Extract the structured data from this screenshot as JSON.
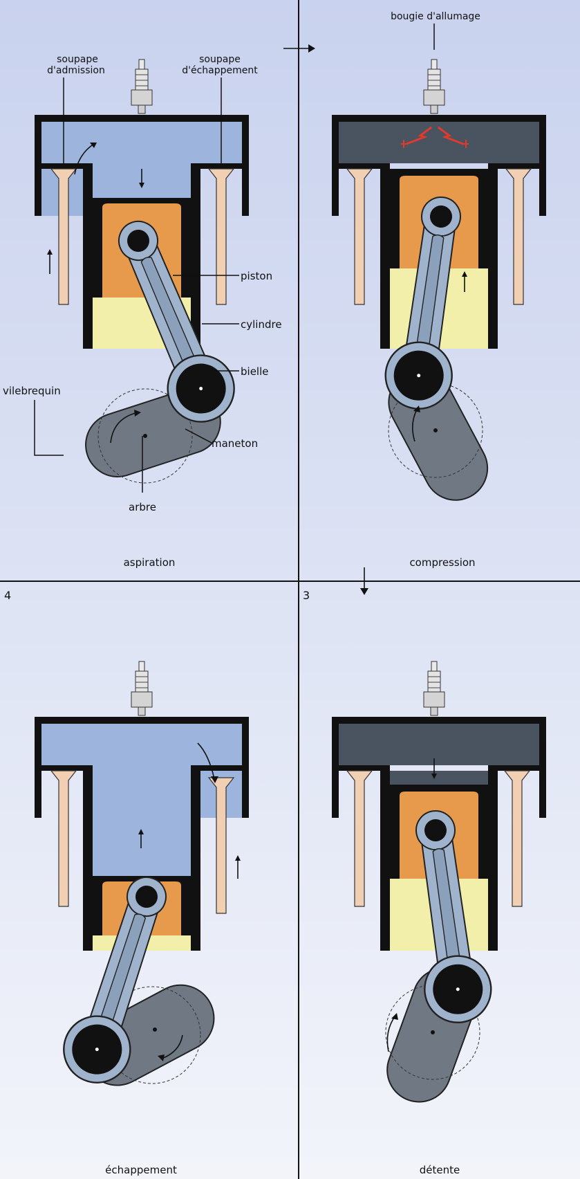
{
  "labels": {
    "intake_valve_line1": "soupape",
    "intake_valve_line2": "d'admission",
    "exhaust_valve_line1": "soupape",
    "exhaust_valve_line2": "d'échappement",
    "spark_plug": "bougie d'allumage",
    "piston": "piston",
    "cylinder": "cylindre",
    "connecting_rod": "bielle",
    "crankshaft": "vilebrequin",
    "crankpin": "maneton",
    "shaft": "arbre"
  },
  "panels": [
    {
      "number": "",
      "caption": "aspiration"
    },
    {
      "number": "",
      "caption": "compression"
    },
    {
      "number": "4",
      "caption": "échappement"
    },
    {
      "number": "3",
      "caption": "détente"
    }
  ],
  "colors": {
    "background_top": "#c9d2ee",
    "background_bottom": "#f2f4fa",
    "fresh_charge": "#9db4dc",
    "compressed_charge": "#4a5460",
    "cylinder_wall": "#111111",
    "piston_top": "#e89a4c",
    "piston_skirt": "#f2efaa",
    "connecting_rod": "#9fb3cc",
    "crank": "#707884",
    "valve": "#f0cfb2",
    "spark": "#e03a2c"
  }
}
